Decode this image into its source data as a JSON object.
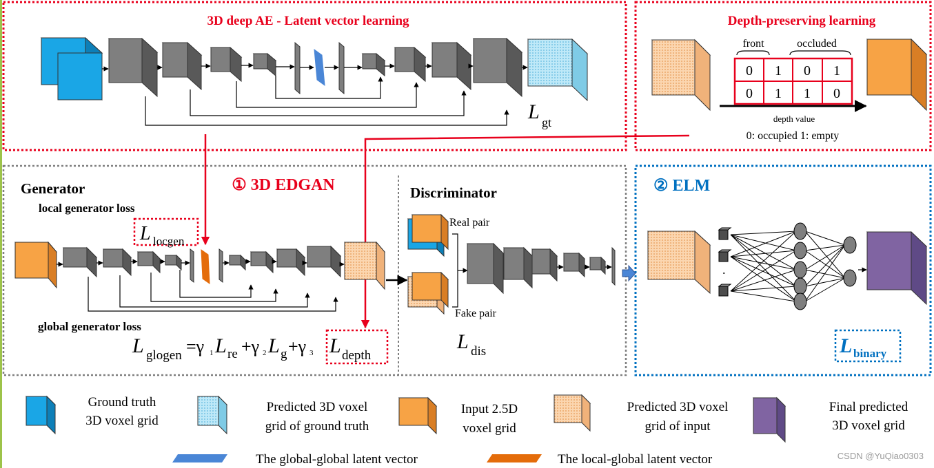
{
  "colors": {
    "red_border": "#e8001c",
    "blue_border": "#0070c0",
    "gray_border": "#7f7f7f",
    "green_edge": "#9dc34a",
    "gt_blue": "#1aa6e6",
    "pred_gt_blue": "#aee3f5",
    "input_orange": "#f7a345",
    "pred_input_orange": "#f9c89a",
    "final_purple": "#8064a2",
    "layer_gray": "#7f7f7f",
    "latent_blue": "#4a86d6",
    "latent_orange": "#e46c0a"
  },
  "ae": {
    "title": "3D deep AE - Latent vector learning",
    "loss_L": "L",
    "loss_sub": "gt"
  },
  "dp": {
    "title": "Depth-preserving learning",
    "front_label": "front",
    "occluded_label": "occluded",
    "grid": [
      [
        "0",
        "1",
        "0",
        "1"
      ],
      [
        "0",
        "1",
        "1",
        "0"
      ]
    ],
    "axis_label": "depth value",
    "caption": "0: occupied  1: empty"
  },
  "edgan": {
    "title": "① 3D EDGAN",
    "generator_label": "Generator",
    "local_loss_label": "local generator loss",
    "locgen_L": "L",
    "locgen_sub": "locgen",
    "global_loss_label": "global generator loss",
    "eq": {
      "L1": "L",
      "s1": "glogen",
      "eqsign": "=γ",
      "g1": "1",
      "L2": "L",
      "s2": "re",
      "plus1": "+γ",
      "g2": "2",
      "L3": "L",
      "s3": "g",
      "plus2": "+γ",
      "g3": "3",
      "L4": "L",
      "s4": "depth"
    },
    "discriminator_label": "Discriminator",
    "real_pair": "Real pair",
    "fake_pair": "Fake pair",
    "dis_L": "L",
    "dis_sub": "dis"
  },
  "elm": {
    "title": "② ELM",
    "dots": ".",
    "loss_L": "L",
    "loss_sub": "binary"
  },
  "legend": {
    "gt_line1": "Ground truth",
    "gt_line2": "3D voxel grid",
    "pred_gt_line1": "Predicted 3D voxel",
    "pred_gt_line2": "grid of ground truth",
    "input_line1": "Input 2.5D",
    "input_line2": "voxel grid",
    "pred_input_line1": "Predicted 3D voxel",
    "pred_input_line2": "grid of input",
    "final_line1": "Final predicted",
    "final_line2": "3D voxel grid",
    "global_latent": "The global-global latent vector",
    "local_latent": "The local-global latent vector"
  },
  "watermark": "CSDN @YuQiao0303"
}
